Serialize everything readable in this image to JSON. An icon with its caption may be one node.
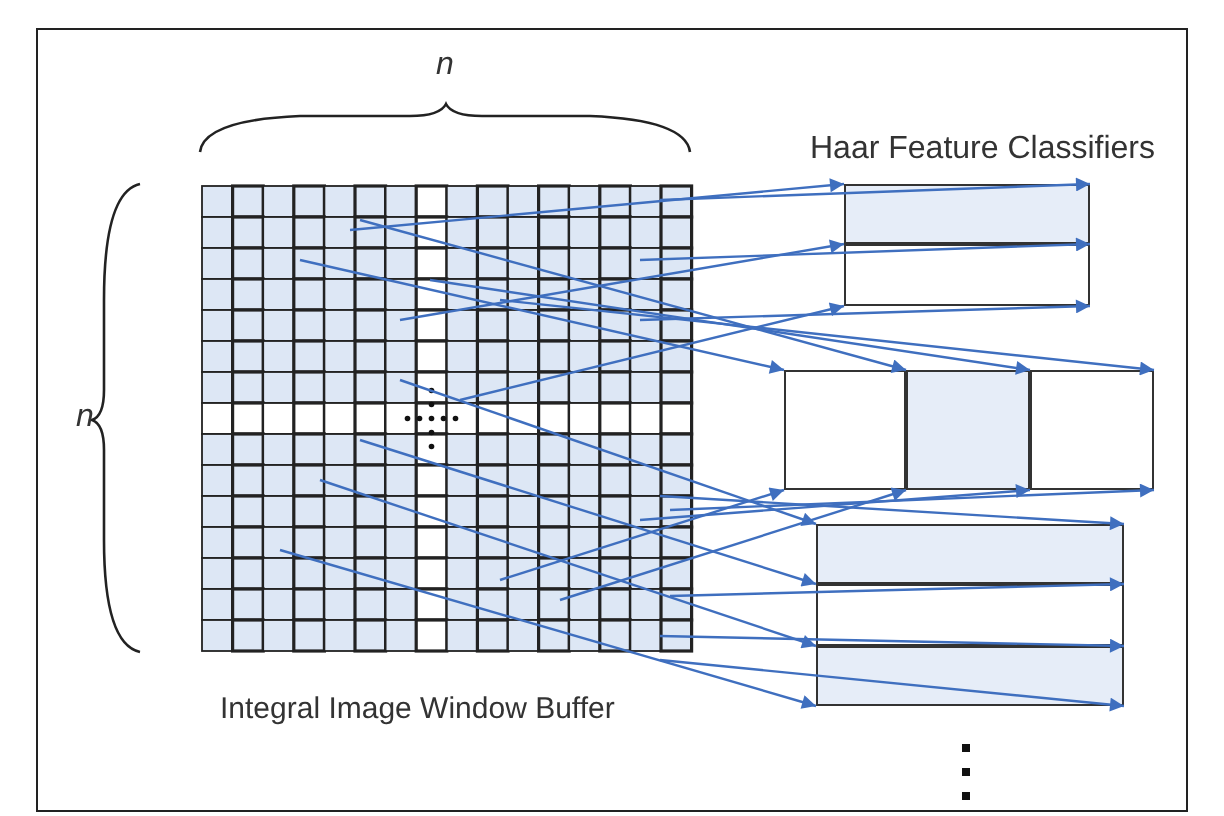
{
  "diagram": {
    "nodes": [
      {
        "text": [
          "Integral Image Window Buffer"
        ]
      },
      {
        "text": [],
        "shape": "box"
      },
      {
        "text": [],
        "shape": "box"
      },
      {
        "text": [],
        "shape": "box"
      },
      {
        "text": [],
        "shape": "box"
      },
      {
        "text": [],
        "shape": "box"
      },
      {
        "text": [],
        "shape": "box"
      },
      {
        "text": [],
        "shape": "box"
      },
      {
        "text": [],
        "shape": "box"
      }
    ],
    "edges": [
      {
        "from": 0,
        "to": 1,
        "arrow": "to"
      },
      {
        "from": 0,
        "to": 1,
        "arrow": "to"
      },
      {
        "from": 0,
        "to": 2,
        "arrow": "to"
      },
      {
        "from": 0,
        "to": 2,
        "arrow": "to"
      },
      {
        "from": 0,
        "to": 2,
        "arrow": "to"
      },
      {
        "from": 0,
        "to": 2,
        "arrow": "to"
      },
      {
        "from": 0,
        "to": 3,
        "arrow": "to"
      },
      {
        "from": 0,
        "to": 4,
        "arrow": "to"
      },
      {
        "from": 0,
        "to": 5,
        "arrow": "to"
      },
      {
        "from": 0,
        "to": 5,
        "arrow": "to"
      },
      {
        "from": 0,
        "to": 3,
        "arrow": "to"
      },
      {
        "from": 0,
        "to": 4,
        "arrow": "to"
      },
      {
        "from": 0,
        "to": 5,
        "arrow": "to"
      },
      {
        "from": 0,
        "to": 5,
        "arrow": "to"
      },
      {
        "from": 0,
        "to": 6,
        "arrow": "to"
      },
      {
        "from": 0,
        "to": 6,
        "arrow": "to"
      },
      {
        "from": 0,
        "to": 7,
        "arrow": "to"
      },
      {
        "from": 0,
        "to": 7,
        "arrow": "to"
      },
      {
        "from": 0,
        "to": 8,
        "arrow": "to"
      },
      {
        "from": 0,
        "to": 7,
        "arrow": "to"
      },
      {
        "from": 0,
        "to": 8,
        "arrow": "to"
      },
      {
        "from": 0,
        "to": 8,
        "arrow": "to"
      }
    ],
    "labels": [
      "n",
      "Haar Feature Classifiers",
      "n"
    ]
  }
}
